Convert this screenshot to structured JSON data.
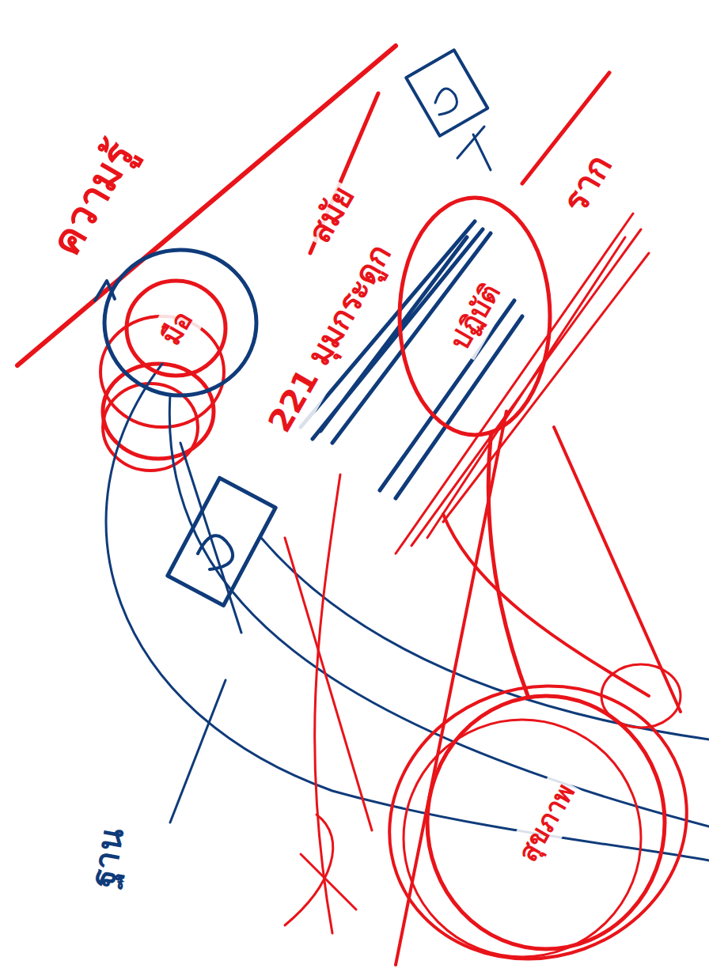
{
  "diagram": {
    "nodes": [
      {
        "text": [
          "มือ"
        ]
      },
      {
        "text": [
          "ปฏิบัติ"
        ]
      },
      {
        "text": [
          "สุขภาพ"
        ]
      }
    ],
    "edges": [
      {
        "from": 1,
        "to": 2,
        "arrow": "none"
      }
    ],
    "labels": [
      "ความรู้",
      "สมัย",
      "221 มุมกระดูก",
      "ราก",
      "ฐาน"
    ]
  }
}
